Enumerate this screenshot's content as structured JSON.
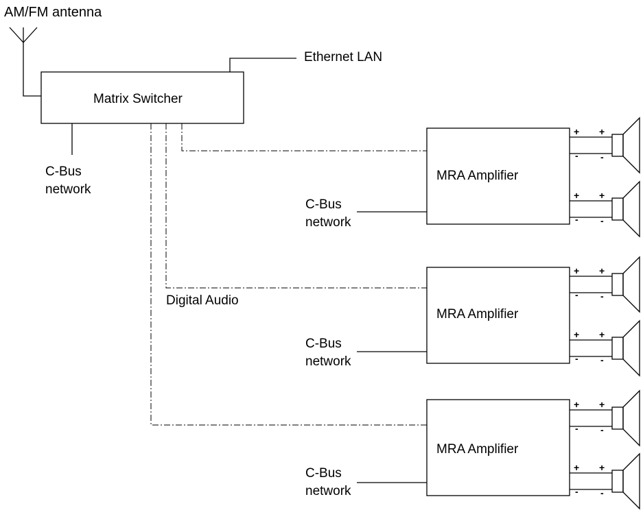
{
  "antenna_label": "AM/FM antenna",
  "ethernet_label": "Ethernet LAN",
  "switcher_label": "Matrix Switcher",
  "switcher_cbus": {
    "line1": "C-Bus",
    "line2": "network"
  },
  "digital_audio_label": "Digital Audio",
  "amplifiers": [
    {
      "label": "MRA  Amplifier",
      "cbus_line1": "C-Bus",
      "cbus_line2": "network"
    },
    {
      "label": "MRA  Amplifier",
      "cbus_line1": "C-Bus",
      "cbus_line2": "network"
    },
    {
      "label": "MRA  Amplifier",
      "cbus_line1": "C-Bus",
      "cbus_line2": "network"
    }
  ],
  "speaker_terminals": {
    "plus": "+",
    "minus": "-"
  }
}
